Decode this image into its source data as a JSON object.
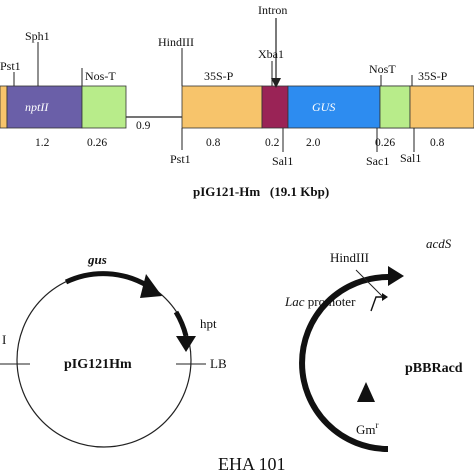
{
  "top_map": {
    "restriction_sites": {
      "pst1_left": "Pst1",
      "sph1": "Sph1",
      "nos_t_left": "Nos-T",
      "hindiii": "HindIII",
      "p35s_1": "35S-P",
      "intron": "Intron",
      "xba1": "Xba1",
      "nost_right": "NosT",
      "p35s_2": "35S-P",
      "pst1_bottom": "Pst1",
      "sal1_1": "Sal1",
      "sac1": "Sac1",
      "sal1_2": "Sal1"
    },
    "segments": {
      "nptii": "nptII",
      "gus": "GUS"
    },
    "lengths": {
      "nptii": "1.2",
      "nos_t": "0.26",
      "gap": "0.9",
      "p35s_1": "0.8",
      "intron": "0.2",
      "gus": "2.0",
      "nost": "0.26",
      "p35s_2": "0.8"
    },
    "caption": "pIG121-Hm   (19.1 Kbp)",
    "colors": {
      "nptii": "#6a5fa8",
      "nos": "#b8ec8a",
      "promoter": "#f7c46b",
      "intron": "#9a2356",
      "gus": "#2d8cf0"
    }
  },
  "plasmid_left": {
    "name": "pIG121Hm",
    "gus_label": "gus",
    "hpt_label": "hpt",
    "lb_label": "LB",
    "left_cut_label": "I"
  },
  "plasmid_right": {
    "name": "pBBRacd",
    "acds_label": "acdS",
    "hindiii_label": "HindIII",
    "lac_label_italic": "Lac",
    "lac_label_rest": " promoter",
    "gm_label": "Gm",
    "gm_sup": "r"
  },
  "footer": {
    "strain": "EHA 101"
  }
}
